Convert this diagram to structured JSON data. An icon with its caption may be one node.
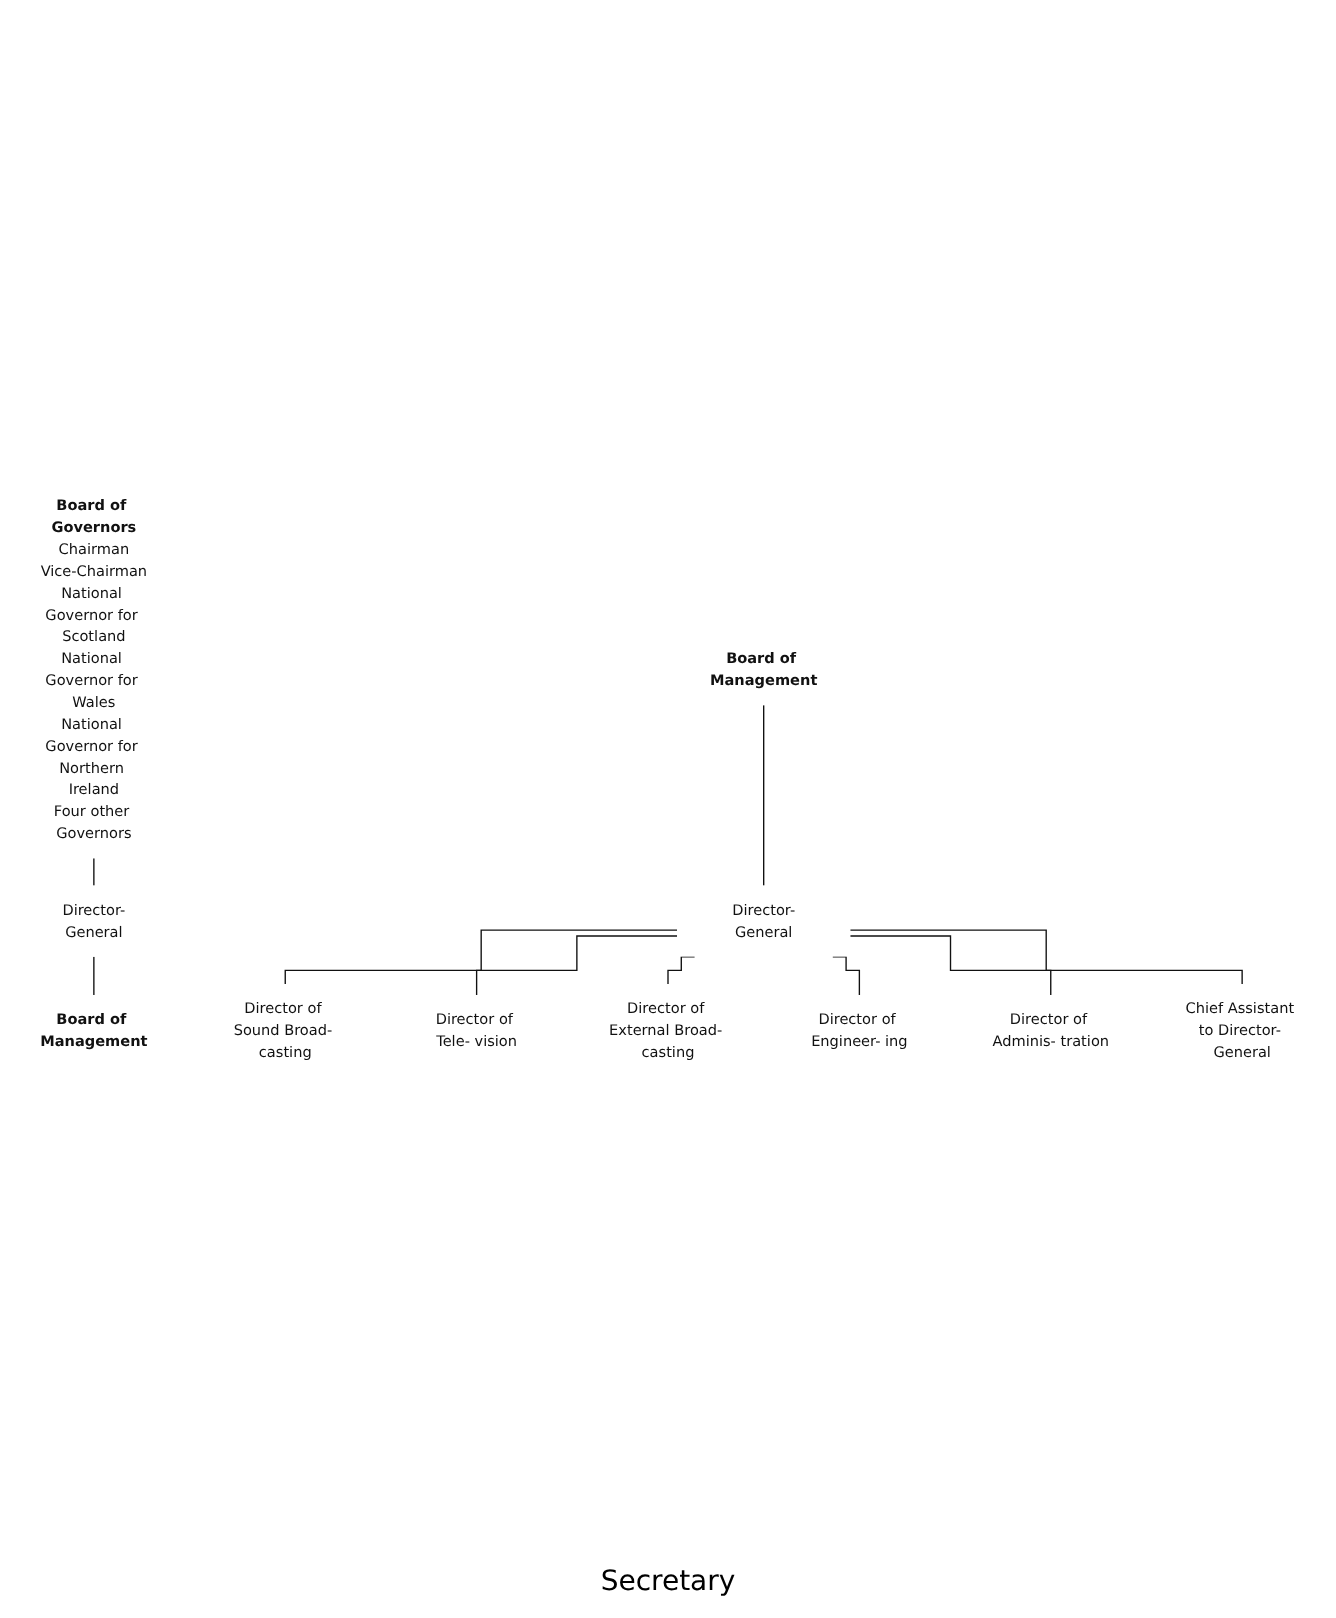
{
  "diagram": {
    "nodes": [
      {
        "text": [
          "Board of Governors",
          "Chairman",
          "Vice-Chairman",
          "National Governor for Scotland",
          "National Governor for Wales",
          "National Governor for Northern Ireland",
          "Four other Governors"
        ]
      },
      {
        "text": [
          "Director-General"
        ]
      },
      {
        "text": [
          "Board of Management"
        ]
      },
      {
        "text": [
          "Board of Management"
        ]
      },
      {
        "text": [
          "Director-General"
        ]
      },
      {
        "text": [
          "Director of Sound Broad- casting"
        ]
      },
      {
        "text": [
          "Director of Tele- vision"
        ]
      },
      {
        "text": [
          "Director of External Broad- casting"
        ]
      },
      {
        "text": [
          "Director of Engineer- ing"
        ]
      },
      {
        "text": [
          "Director of Adminis- tration"
        ]
      },
      {
        "text": [
          "Chief Assistant to Director- General"
        ]
      }
    ],
    "edges": [
      {
        "from": 0,
        "to": 1,
        "arrow": "none"
      },
      {
        "from": 1,
        "to": 2,
        "arrow": "none"
      },
      {
        "from": 3,
        "to": 4,
        "arrow": "none"
      },
      {
        "from": 4,
        "to": 5,
        "arrow": "none"
      },
      {
        "from": 4,
        "to": 6,
        "arrow": "none"
      },
      {
        "from": 4,
        "to": 7,
        "arrow": "none"
      },
      {
        "from": 4,
        "to": 8,
        "arrow": "none"
      },
      {
        "from": 4,
        "to": 9,
        "arrow": "none"
      },
      {
        "from": 4,
        "to": 10,
        "arrow": "none"
      }
    ],
    "labels": [
      "Secretary"
    ]
  }
}
